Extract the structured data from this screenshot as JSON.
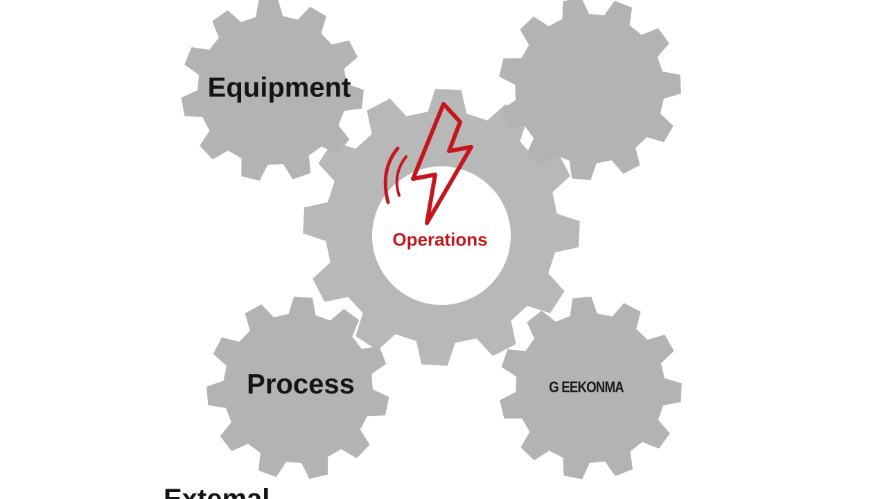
{
  "colors": {
    "gear_fill": "#b3b3b3",
    "center_gear_fill": "#b8b8b8",
    "accent_red": "#c4161c",
    "label_dark": "#141414"
  },
  "gears": {
    "top_left": {
      "label": "Equipment"
    },
    "top_right": {
      "label": ""
    },
    "bottom_left": {
      "label": "Process"
    },
    "bottom_right": {
      "label": "G EEKONMA"
    },
    "center": {
      "label": "Operations",
      "icon": "lightning-bolt-icon"
    }
  },
  "partial_label": "Extemal"
}
